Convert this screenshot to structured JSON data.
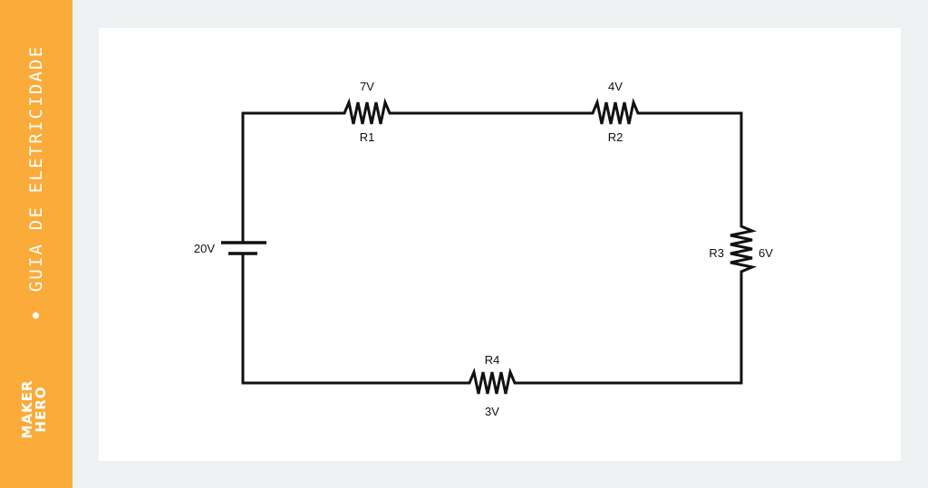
{
  "sidebar": {
    "title": "GUIA DE ELETRICIDADE",
    "logo_line1": "MAKER",
    "logo_line2": "HERO",
    "color": "#fbab3a"
  },
  "circuit": {
    "battery": {
      "label": "20V"
    },
    "resistors": [
      {
        "name": "R1",
        "voltage": "7V"
      },
      {
        "name": "R2",
        "voltage": "4V"
      },
      {
        "name": "R3",
        "voltage": "6V"
      },
      {
        "name": "R4",
        "voltage": "3V"
      }
    ],
    "wire_color": "#111111"
  }
}
